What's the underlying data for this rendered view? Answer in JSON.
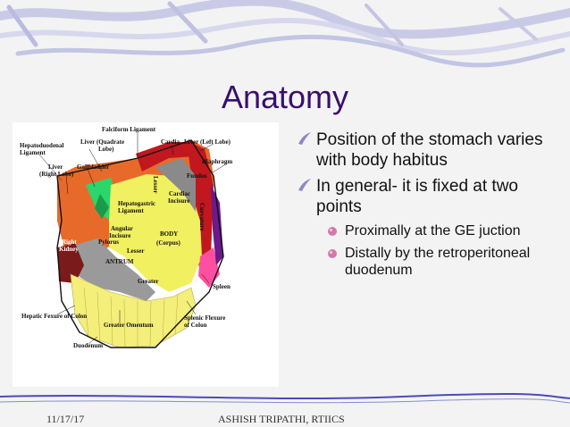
{
  "slide": {
    "title": "Anatomy",
    "bullets": [
      {
        "text": "Position of the stomach varies with body habitus",
        "level": 1
      },
      {
        "text": "In general- it is fixed at two points",
        "level": 1
      },
      {
        "text": "Proximally at the GE juction",
        "level": 2
      },
      {
        "text": "Distally by the retroperitoneal duodenum",
        "level": 2
      }
    ],
    "footer": {
      "date": "11/17/17",
      "author": "ASHISH TRIPATHI, RTIICS"
    }
  },
  "figure_labels": {
    "falciform": "Falciform Ligament",
    "hepatoduodenal_1": "Hepatoduodenal",
    "hepatoduodenal_2": "Ligament",
    "liver_quadrate_1": "Liver (Quadrate",
    "liver_quadrate_2": "Lobe)",
    "cardia": "Cardia",
    "liver_left": "Liver (Left Lobe)",
    "diaphragm": "Diaphragm",
    "liver_right_1": "Liver",
    "liver_right_2": "(Right Lobe)",
    "gallbladder": "Gallbladder",
    "fundus": "Fundus",
    "hepatogastric_1": "Hepatogastric",
    "hepatogastric_2": "Ligament",
    "cardiac_incisure_1": "Cardiac",
    "cardiac_incisure_2": "Incisure",
    "angular_1": "Angular",
    "angular_2": "Incisure",
    "body_1": "BODY",
    "body_2": "(Corpus)",
    "right_kidney_1": "Right",
    "right_kidney_2": "Kidney",
    "pylorus": "Pylorus",
    "antrum": "ANTRUM",
    "lesser_curvature": "Lesser",
    "greater_curvature": "Greater",
    "lesser_vertical": "Lesser",
    "curvature_vertical": "Curvature",
    "spleen": "Spleen",
    "hepatic_flexure": "Hepatic Fexure of Colon",
    "greater_omentum": "Greater Omentum",
    "splenic_flexure_1": "Splenic Flexure",
    "splenic_flexure_2": "of Colon",
    "duodenum": "Duodenum"
  },
  "colors": {
    "title": "#3a0e6e",
    "accent": "#4b4bbb",
    "bullet": "#d07aa8"
  }
}
